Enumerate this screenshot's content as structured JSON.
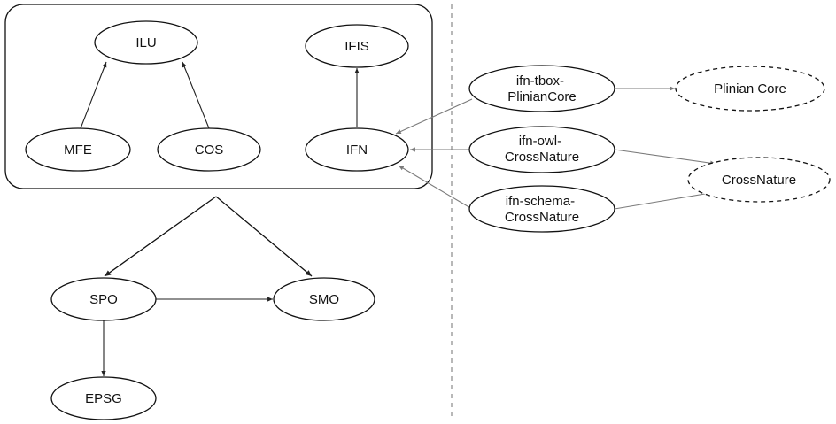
{
  "nodes": {
    "ilu": "ILU",
    "ifis": "IFIS",
    "mfe": "MFE",
    "cos": "COS",
    "ifn": "IFN",
    "spo": "SPO",
    "smo": "SMO",
    "epsg": "EPSG",
    "ifn_tbox_plinian": [
      "ifn-tbox-",
      "PlinianCore"
    ],
    "ifn_owl_crossnature": [
      "ifn-owl-",
      "CrossNature"
    ],
    "ifn_schema_crossnature": [
      "ifn-schema-",
      "CrossNature"
    ],
    "plinian_core": "Plinian Core",
    "crossnature": "CrossNature"
  },
  "edges": [
    {
      "from": "mfe",
      "to": "ilu"
    },
    {
      "from": "cos",
      "to": "ilu"
    },
    {
      "from": "ifn",
      "to": "ifis"
    },
    {
      "from": "group",
      "to": "spo"
    },
    {
      "from": "group",
      "to": "smo"
    },
    {
      "from": "spo",
      "to": "smo"
    },
    {
      "from": "spo",
      "to": "epsg"
    },
    {
      "from": "ifn_tbox_plinian",
      "to": "ifn"
    },
    {
      "from": "ifn_owl_crossnature",
      "to": "ifn"
    },
    {
      "from": "ifn_schema_crossnature",
      "to": "ifn"
    },
    {
      "from": "ifn_tbox_plinian",
      "to": "plinian_core"
    },
    {
      "from": "ifn_owl_crossnature",
      "to": "crossnature"
    },
    {
      "from": "ifn_schema_crossnature",
      "to": "crossnature"
    }
  ],
  "colors": {
    "stroke": "#111111",
    "edge_dark": "#222222",
    "edge_gray": "#7a7a7a",
    "divider": "#888888"
  }
}
